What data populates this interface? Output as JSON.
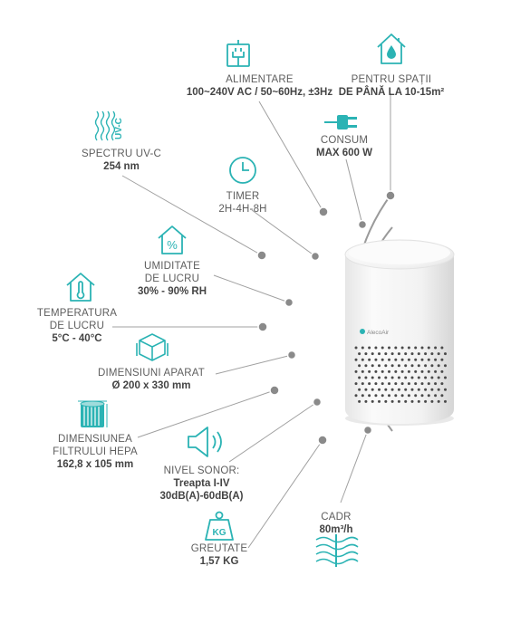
{
  "colors": {
    "accent": "#2bb3b4",
    "line": "#9a9a9a",
    "dot": "#8a8a8a",
    "device": "#f4f4f4"
  },
  "product": {
    "brand": "AlecoAir"
  },
  "specs": {
    "alimentare": {
      "title": "ALIMENTARE",
      "value": "100~240V AC / 50~60Hz, ±3Hz",
      "icon": "power-plug-icon"
    },
    "spatii": {
      "title": "PENTRU SPAȚII",
      "value": "DE PÂNĂ LA 10-15m²",
      "icon": "house-drop-icon"
    },
    "consum": {
      "title": "CONSUM",
      "value": "MAX 600 W",
      "icon": "plug-icon"
    },
    "uvc": {
      "title": "SPECTRU UV-C",
      "value": "254 nm",
      "icon": "uv-c-waves-icon",
      "icon_text": "UV-C"
    },
    "timer": {
      "title": "TIMER",
      "value": "2H-4H-8H",
      "icon": "clock-icon"
    },
    "umiditate": {
      "title_1": "UMIDITATE",
      "title_2": "DE LUCRU",
      "value": "30% - 90% RH",
      "icon": "house-percent-icon",
      "icon_text": "%"
    },
    "temperatura": {
      "title_1": "TEMPERATURA",
      "title_2": "DE LUCRU",
      "value": "5°C - 40°C",
      "icon": "house-thermometer-icon"
    },
    "dimensiuni": {
      "title": "DIMENSIUNI APARAT",
      "value": "Ø 200 x 330 mm",
      "icon": "cube-dimensions-icon"
    },
    "filtru": {
      "title_1": "DIMENSIUNEA",
      "title_2": "FILTRULUI HEPA",
      "value": "162,8 x 105 mm",
      "icon": "hepa-filter-icon"
    },
    "nivel": {
      "title": "NIVEL SONOR:",
      "value_1": "Treapta I-IV",
      "value_2": "30dB(A)-60dB(A)",
      "icon": "speaker-icon"
    },
    "greutate": {
      "title": "GREUTATE",
      "value": "1,57 KG",
      "icon": "weight-icon",
      "icon_text": "KG"
    },
    "cadr": {
      "title": "CADR",
      "value": "80m³/h",
      "icon": "airflow-icon"
    }
  }
}
